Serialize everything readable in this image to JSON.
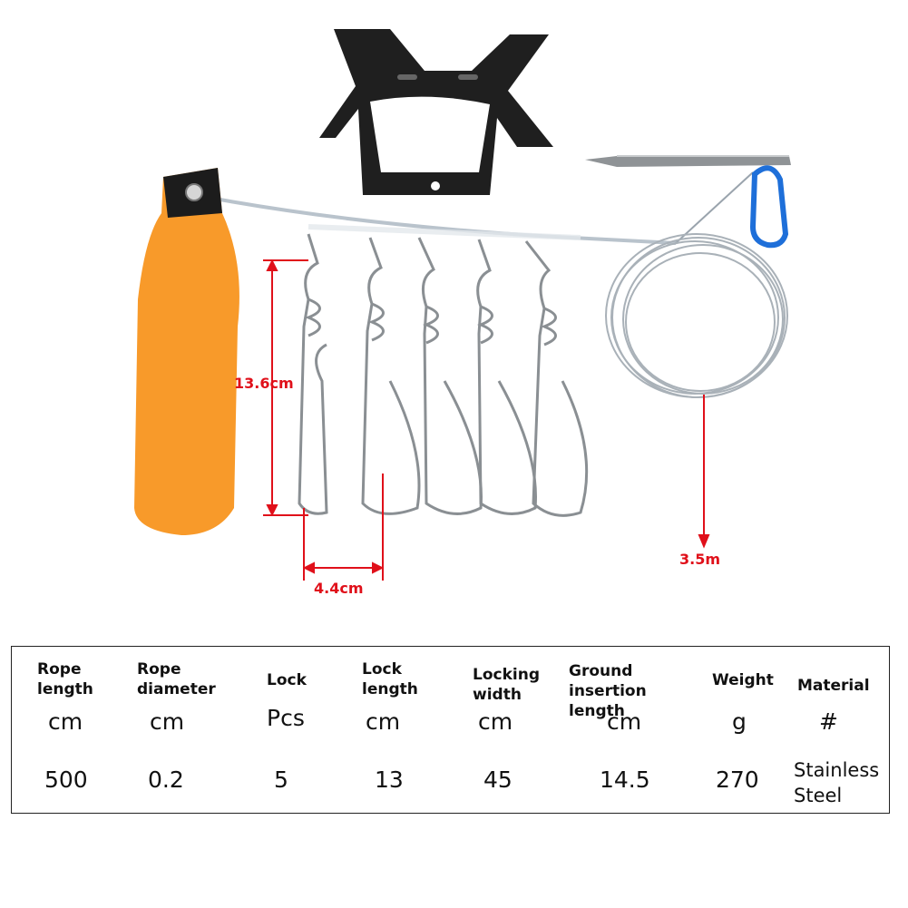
{
  "dimensions": {
    "lock_height": "13.6cm",
    "lock_width": "4.4cm",
    "rope_length": "3.5m"
  },
  "colors": {
    "dimension_lines": "#e0101a",
    "float_bag": "#f89a2a",
    "carabiner": "#1e6fd9",
    "winder": "#222222"
  },
  "spec_table": {
    "columns": [
      {
        "header": "Rope\nlength",
        "unit": "cm",
        "value": "500"
      },
      {
        "header": "Rope\ndiameter",
        "unit": "cm",
        "value": "0.2"
      },
      {
        "header": "Lock",
        "unit": "Pcs",
        "value": "5"
      },
      {
        "header": "Lock\nlength",
        "unit": "cm",
        "value": "13"
      },
      {
        "header": "Locking\nwidth",
        "unit": "cm",
        "value": "45"
      },
      {
        "header": "Ground\ninsertion length",
        "unit": "cm",
        "value": "14.5"
      },
      {
        "header": "Weight",
        "unit": "g",
        "value": "270"
      },
      {
        "header": "Material",
        "unit": "#",
        "value": "Stainless\nSteel"
      }
    ]
  }
}
